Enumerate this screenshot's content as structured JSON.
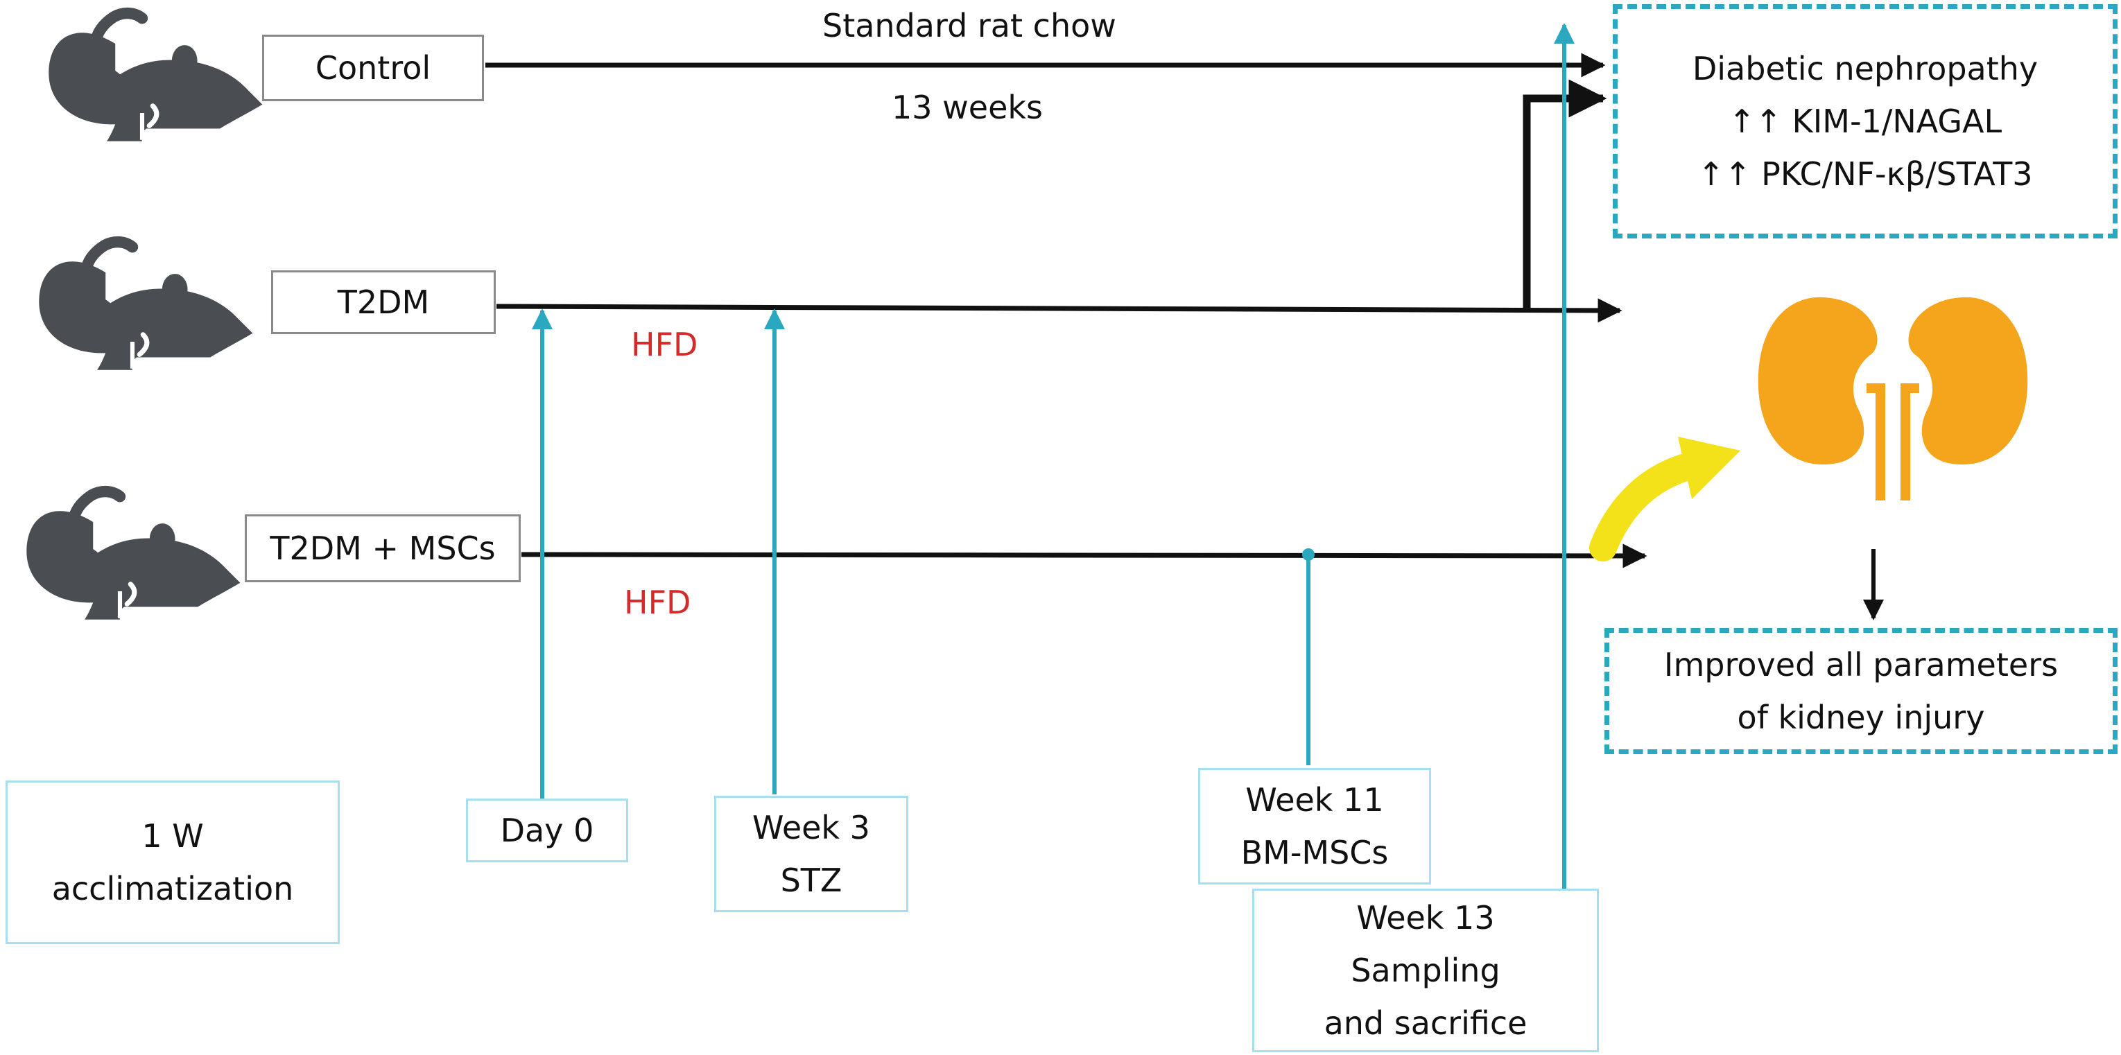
{
  "groups": {
    "control": "Control",
    "t2dm": "T2DM",
    "t2dm_mscs": "T2DM + MSCs"
  },
  "diet": {
    "standard": "Standard rat chow",
    "duration": "13 weeks",
    "hfd_1": "HFD",
    "hfd_2": "HFD"
  },
  "timeline": {
    "acclimatization": {
      "line1": "1 W",
      "line2": "acclimatization"
    },
    "day0": "Day 0",
    "week3": {
      "line1": "Week 3",
      "line2": "STZ"
    },
    "week11": {
      "line1": "Week 11",
      "line2": "BM-MSCs"
    },
    "week13": {
      "line1": "Week 13",
      "line2": "Sampling",
      "line3": "and sacrifice"
    }
  },
  "outcomes": {
    "nephropathy": {
      "title": "Diabetic nephropathy",
      "marker1": "↑↑ KIM-1/NAGAL",
      "marker2": "↑↑ PKC/NF-κβ/STAT3"
    },
    "improved": {
      "line1": "Improved all parameters",
      "line2": "of kidney injury"
    }
  },
  "colors": {
    "arrow": "#111111",
    "timeline": "#2aa8c0",
    "rat": "#4a4d52",
    "kidney": "#f4a51c",
    "curved_arrow": "#f3e21a",
    "hfd_text": "#d42a2a"
  },
  "icons": [
    "rat-icon",
    "kidney-icon",
    "curved-arrow-icon"
  ]
}
